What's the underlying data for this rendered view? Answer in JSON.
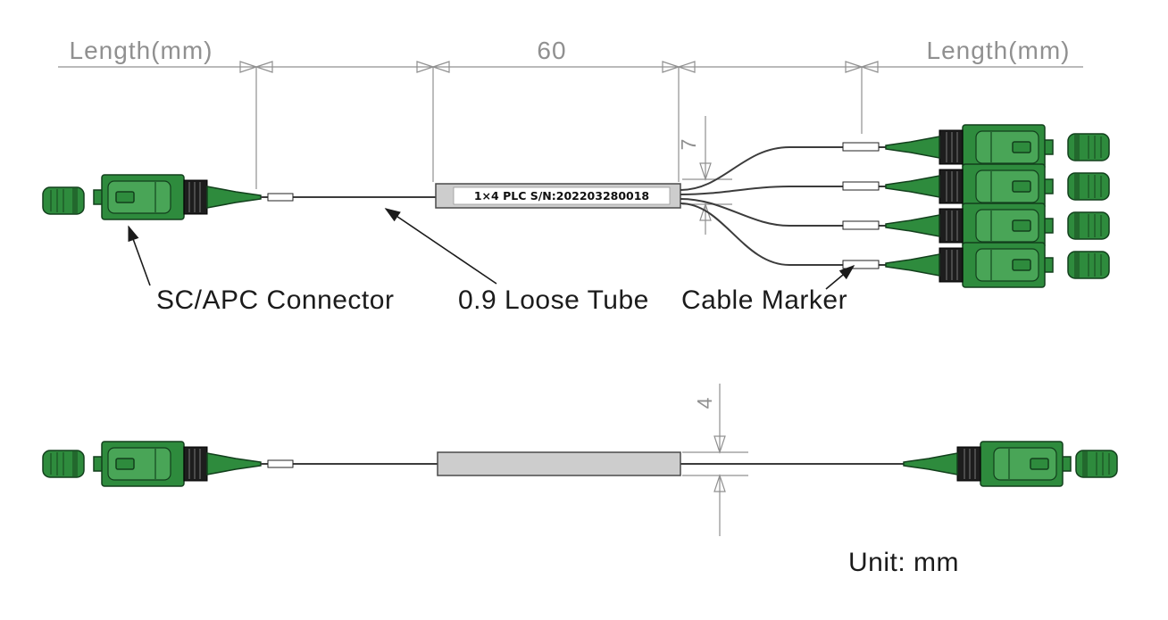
{
  "colors": {
    "connector_green": "#2e8b3d",
    "connector_green_light": "#49a557",
    "connector_dark": "#123f1c",
    "tube_gray": "#cdcdcd",
    "dim_gray": "#909090"
  },
  "top_view": {
    "left_length_label": "Length(mm)",
    "tube_length_label": "60",
    "right_length_label": "Length(mm)",
    "fanout_height_label": "7",
    "tube_label": "1×4 PLC S/N:202203280018",
    "annotations": {
      "connector": "SC/APC Connector",
      "loose_tube": "0.9 Loose Tube",
      "cable_marker": "Cable Marker"
    }
  },
  "side_view": {
    "tube_height_label": "4",
    "unit_label": "Unit: mm"
  }
}
